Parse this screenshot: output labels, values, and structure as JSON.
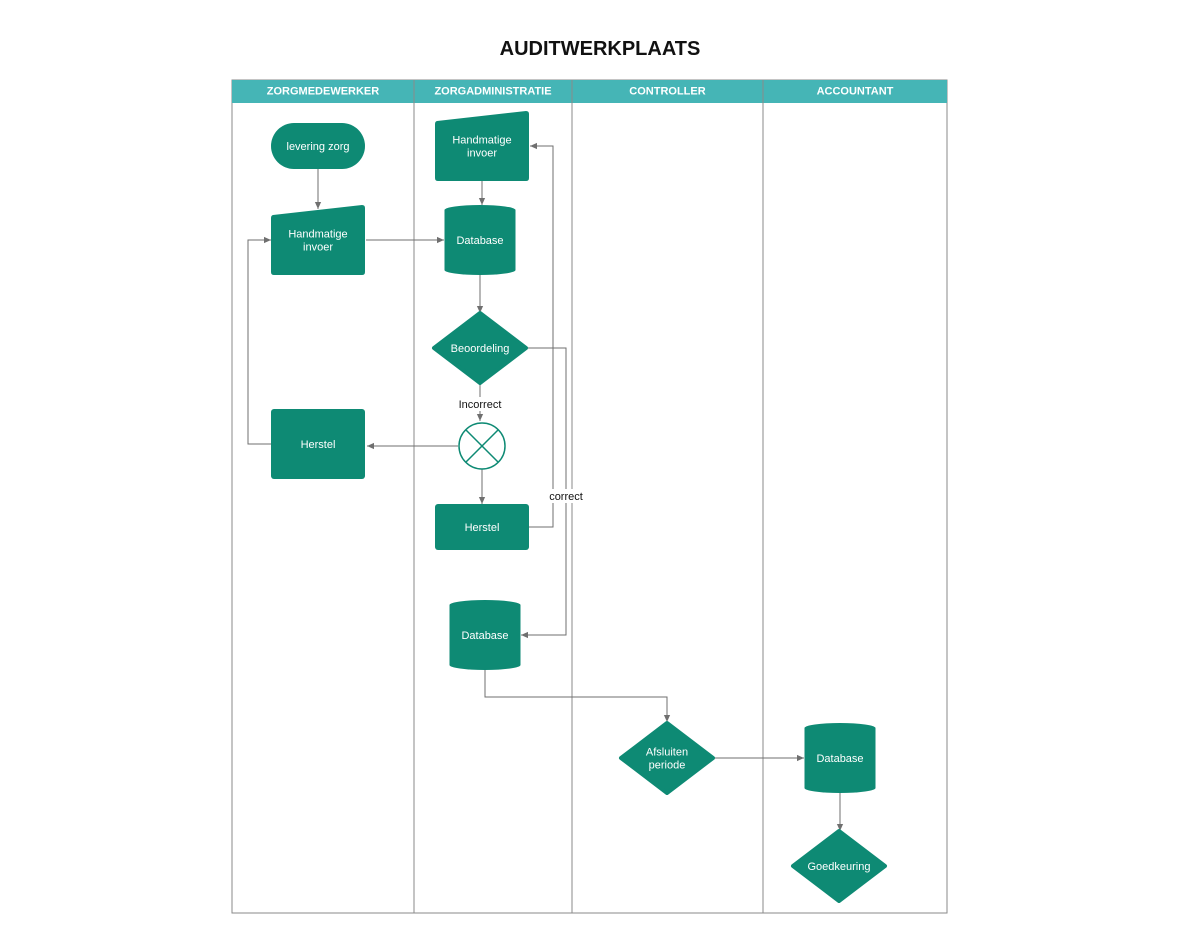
{
  "title": "AUDITWERKPLAATS",
  "colors": {
    "header": "#45b5b6",
    "shape": "#0e8a74",
    "line": "#6f6f6f",
    "lane_border": "#8a8a8a"
  },
  "lanes": [
    {
      "id": "zorgmedewerker",
      "label": "ZORGMEDEWERKER"
    },
    {
      "id": "zorgadministratie",
      "label": "ZORGADMINISTRATIE"
    },
    {
      "id": "controller",
      "label": "CONTROLLER"
    },
    {
      "id": "accountant",
      "label": "ACCOUNTANT"
    }
  ],
  "nodes": [
    {
      "id": "levering-zorg",
      "lane": "zorgmedewerker",
      "kind": "terminator",
      "lines": [
        "levering zorg"
      ]
    },
    {
      "id": "handmatige-invoer-1",
      "lane": "zorgmedewerker",
      "kind": "manual-input",
      "lines": [
        "Handmatige",
        "invoer"
      ]
    },
    {
      "id": "herstel-1",
      "lane": "zorgmedewerker",
      "kind": "process",
      "lines": [
        "Herstel"
      ]
    },
    {
      "id": "handmatige-invoer-2",
      "lane": "zorgadministratie",
      "kind": "manual-input",
      "lines": [
        "Handmatige",
        "invoer"
      ]
    },
    {
      "id": "database-1",
      "lane": "zorgadministratie",
      "kind": "database",
      "lines": [
        "Database"
      ]
    },
    {
      "id": "beoordeling",
      "lane": "zorgadministratie",
      "kind": "decision",
      "lines": [
        "Beoordeling"
      ]
    },
    {
      "id": "merge",
      "lane": "zorgadministratie",
      "kind": "or-junction",
      "lines": []
    },
    {
      "id": "herstel-2",
      "lane": "zorgadministratie",
      "kind": "process",
      "lines": [
        "Herstel"
      ]
    },
    {
      "id": "database-2",
      "lane": "zorgadministratie",
      "kind": "database",
      "lines": [
        "Database"
      ]
    },
    {
      "id": "afsluiten-periode",
      "lane": "controller",
      "kind": "decision",
      "lines": [
        "Afsluiten",
        "periode"
      ]
    },
    {
      "id": "database-3",
      "lane": "accountant",
      "kind": "database",
      "lines": [
        "Database"
      ]
    },
    {
      "id": "goedkeuring",
      "lane": "accountant",
      "kind": "decision",
      "lines": [
        "Goedkeuring"
      ]
    }
  ],
  "edges": [
    {
      "id": "e1",
      "from": "levering-zorg",
      "to": "handmatige-invoer-1",
      "label": ""
    },
    {
      "id": "e2",
      "from": "handmatige-invoer-1",
      "to": "database-1",
      "label": ""
    },
    {
      "id": "e3",
      "from": "handmatige-invoer-2",
      "to": "database-1",
      "label": ""
    },
    {
      "id": "e4",
      "from": "database-1",
      "to": "beoordeling",
      "label": ""
    },
    {
      "id": "e5",
      "from": "beoordeling",
      "to": "merge",
      "label": "Incorrect"
    },
    {
      "id": "e6",
      "from": "merge",
      "to": "herstel-1",
      "label": ""
    },
    {
      "id": "e7",
      "from": "herstel-1",
      "to": "handmatige-invoer-1",
      "label": ""
    },
    {
      "id": "e8",
      "from": "merge",
      "to": "herstel-2",
      "label": ""
    },
    {
      "id": "e9",
      "from": "herstel-2",
      "to": "handmatige-invoer-2",
      "label": ""
    },
    {
      "id": "e10",
      "from": "beoordeling",
      "to": "database-2",
      "label": "correct"
    },
    {
      "id": "e11",
      "from": "database-2",
      "to": "afsluiten-periode",
      "label": ""
    },
    {
      "id": "e12",
      "from": "afsluiten-periode",
      "to": "database-3",
      "label": ""
    },
    {
      "id": "e13",
      "from": "database-3",
      "to": "goedkeuring",
      "label": ""
    }
  ]
}
